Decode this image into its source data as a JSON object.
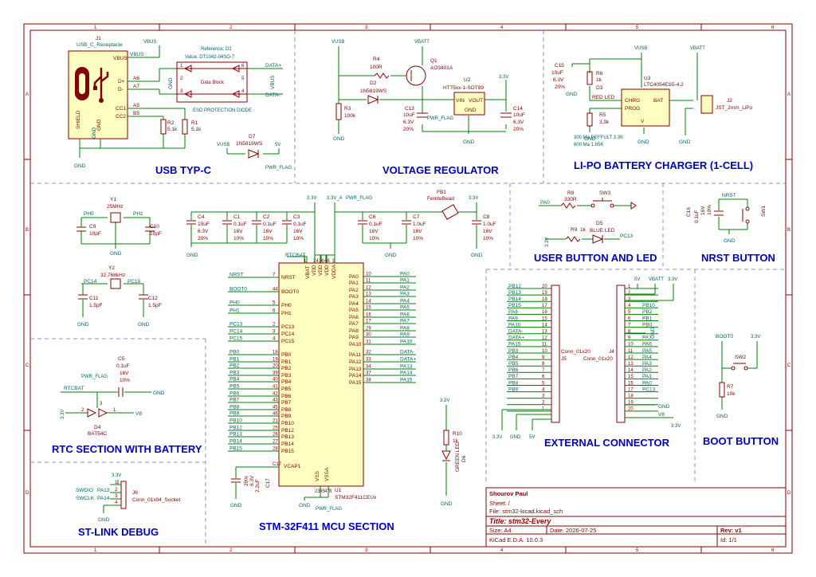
{
  "sections": {
    "usb": "USB TYP-C",
    "vreg": "VOLTAGE REGULATOR",
    "charger": "LI-PO BATTERY CHARGER (1-CELL)",
    "userbtn": "USER BUTTON AND LED",
    "nrst": "NRST BUTTON",
    "ext": "EXTERNAL CONNECTOR",
    "boot": "BOOT BUTTON",
    "rtc": "RTC SECTION WITH BATTERY",
    "stlink": "ST-LINK DEBUG",
    "mcu": "STM-32F411 MCU SECTION"
  },
  "grid": {
    "cols": [
      "1",
      "2",
      "3",
      "4",
      "5",
      "6"
    ],
    "rows": [
      "A",
      "B",
      "C",
      "D"
    ]
  },
  "usb": {
    "j1": "J1",
    "j1_name": "USB_C_Receptacle",
    "vbus_pin": "VBUS",
    "shield": "SHIELD",
    "gnd": "GND",
    "dp": "D+",
    "dm": "D-",
    "cc1": "CC1",
    "cc2": "CC2",
    "a6": "A6",
    "a7": "A7",
    "a5": "A5",
    "b5": "B5",
    "vbus_net": "VBUS",
    "vbus_net2": "VBUS",
    "d1_ref": "Reference: D1",
    "d1_val": "Value: DT1042-04SO-7",
    "d1_desc": "ESD PROTECTION DIODE",
    "d1_inner": "Data Block",
    "gnd_lbl": "GND",
    "vbus_lbl": "VBUS",
    "datap": "DATA+",
    "datam": "DATA-",
    "r2": "R2",
    "r2v": "5.1k",
    "r1": "R1",
    "r1v": "5.1k",
    "gnd1": "GND",
    "gnd2": "GND",
    "d7": "D7",
    "d7v": "1N5819WS",
    "vusb": "VUSB",
    "v5": "5V",
    "pwr_flag": "PWR_FLAG",
    "p1": "1",
    "p2": "2",
    "p3": "3",
    "p4": "4",
    "p5": "5",
    "p6": "6"
  },
  "vreg": {
    "vusb": "VUSB",
    "vbatt": "VBATT",
    "r4": "R4",
    "r4v": "100R",
    "q1": "Q1",
    "q1v": "AO3401A",
    "d2": "D2",
    "d2v": "1N5819WS",
    "u2": "U2",
    "u2v": "HT75xx-1-SOT89",
    "vin": "VIN",
    "vout": "VOUT",
    "gnd_pin": "GND",
    "v33": "3.3V",
    "r3": "R3",
    "r3v": "100k",
    "c13": "C13",
    "c13a": "10uF",
    "c13b": "6.3V",
    "c13c": "20%",
    "c14": "C14",
    "c14a": "10uF",
    "c14b": "6.3V",
    "c14c": "20%",
    "pwr_flag": "PWR_FLAG",
    "gnd1": "GND",
    "gnd2": "GND"
  },
  "charger": {
    "vusb": "VUSB",
    "vbatt": "VBATT",
    "c15": "C15",
    "c15a": "10uF",
    "c15b": "6.3V",
    "c15c": "20%",
    "r6": "R6",
    "r6v": "1k",
    "d3": "D3",
    "d3v": "RED LED",
    "u3": "U3",
    "u3v": "LTC4054ES5-4.2",
    "chrg": "CHRG",
    "prog": "PROG",
    "bat": "BAT",
    "vcc": "V",
    "r5": "R5",
    "r5v": "3.3k",
    "j2": "J2",
    "j2v": "JST_2mm_LiPo",
    "note1": "300 Ma DEFFULT 3.3K",
    "note2": "600 Ma 1.65K",
    "gnd1": "GND",
    "gnd2": "GND",
    "gnd3": "GND",
    "gnd4": "GND"
  },
  "osc": {
    "y1": "Y1",
    "y1v": "25MHz",
    "ph0": "PH0",
    "ph1": "PH1",
    "c9": "C9",
    "c9v": "10pF",
    "c10": "C10",
    "c10v": "10pF",
    "y2": "Y2",
    "y2v": "32.768kHz",
    "pc14": "PC14",
    "pc15": "PC15",
    "c11": "C11",
    "c11v": "1.5pF",
    "c12": "C12",
    "c12v": "1.5pF",
    "gnd": "GND"
  },
  "decap": {
    "v33": "3.3V",
    "v33a": "3.3V_A",
    "pwr_flag": "PWR_FLAG",
    "fb1": "FB1",
    "fb1v": "FerriteBead",
    "caps": [
      {
        "ref": "C4",
        "v": "10uF",
        "volt": "6.3V",
        "tol": "20%"
      },
      {
        "ref": "C1",
        "v": "0.1uF",
        "volt": "16V",
        "tol": "10%"
      },
      {
        "ref": "C2",
        "v": "0.1uF",
        "volt": "16V",
        "tol": "10%"
      },
      {
        "ref": "C3",
        "v": "0.1uF",
        "volt": "16V",
        "tol": "10%"
      },
      {
        "ref": "C6",
        "v": "0.1uF",
        "volt": "16V",
        "tol": "10%"
      },
      {
        "ref": "C7",
        "v": "1.0uF",
        "volt": "16V",
        "tol": "10%"
      },
      {
        "ref": "C8",
        "v": "1.0uF",
        "volt": "16V",
        "tol": "10%"
      }
    ],
    "gnd": "GND"
  },
  "mcu": {
    "u1": "U1",
    "u1v": "STM32F411CEUx",
    "rtcbat": "RTCBAT",
    "vbat": "VBAT",
    "vdd1": "VDD",
    "vdd2": "VDD",
    "vdd3": "VDD",
    "vdda": "VDDA",
    "vss": "VSS",
    "vssa": "VSSA",
    "vcap1": "VCAP1",
    "c17": "C17",
    "c17a": "2.2uF",
    "c17b": "6.3V",
    "c17c": "20%",
    "pwr_flag": "PWR_FLAG",
    "gnd": "GND",
    "left": [
      {
        "net": "NRST",
        "pin": "NRST",
        "num": "7"
      },
      {
        "net": "BOOT0",
        "pin": "BOOT0",
        "num": "44"
      },
      {
        "net": "PH0",
        "pin": "PH0",
        "num": "5"
      },
      {
        "net": "PH1",
        "pin": "PH1",
        "num": "6"
      },
      {
        "net": "PC13",
        "pin": "PC13",
        "num": "2"
      },
      {
        "net": "PC14",
        "pin": "PC14",
        "num": "3"
      },
      {
        "net": "PC15",
        "pin": "PC15",
        "num": "4"
      },
      {
        "net": "PB0",
        "pin": "PB0",
        "num": "18"
      },
      {
        "net": "PB1",
        "pin": "PB1",
        "num": "19"
      },
      {
        "net": "PB2",
        "pin": "PB2",
        "num": "20"
      },
      {
        "net": "PB3",
        "pin": "PB3",
        "num": "39"
      },
      {
        "net": "PB4",
        "pin": "PB4",
        "num": "40"
      },
      {
        "net": "PB5",
        "pin": "PB5",
        "num": "41"
      },
      {
        "net": "PB6",
        "pin": "PB6",
        "num": "42"
      },
      {
        "net": "PB7",
        "pin": "PB7",
        "num": "43"
      },
      {
        "net": "PB8",
        "pin": "PB8",
        "num": "45"
      },
      {
        "net": "PB9",
        "pin": "PB9",
        "num": "46"
      },
      {
        "net": "PB10",
        "pin": "PB10",
        "num": "21"
      },
      {
        "net": "PB12",
        "pin": "PB12",
        "num": "25"
      },
      {
        "net": "PB13",
        "pin": "PB13",
        "num": "26"
      },
      {
        "net": "PB14",
        "pin": "PB14",
        "num": "27"
      },
      {
        "net": "PB15",
        "pin": "PB15",
        "num": "28"
      }
    ],
    "right": [
      {
        "net": "PA0",
        "pin": "PA0",
        "num": "10"
      },
      {
        "net": "PA1",
        "pin": "PA1",
        "num": "11"
      },
      {
        "net": "PA2",
        "pin": "PA2",
        "num": "12"
      },
      {
        "net": "PA3",
        "pin": "PA3",
        "num": "13"
      },
      {
        "net": "PA4",
        "pin": "PA4",
        "num": "14"
      },
      {
        "net": "PA5",
        "pin": "PA5",
        "num": "15"
      },
      {
        "net": "PA6",
        "pin": "PA6",
        "num": "16"
      },
      {
        "net": "PA7",
        "pin": "PA7",
        "num": "17"
      },
      {
        "net": "PA8",
        "pin": "PA8",
        "num": "29"
      },
      {
        "net": "PA9",
        "pin": "PA9",
        "num": "30"
      },
      {
        "net": "PA10",
        "pin": "PA10",
        "num": "31"
      },
      {
        "net": "DATA-",
        "pin": "PA11",
        "num": "32"
      },
      {
        "net": "DATA+",
        "pin": "PA12",
        "num": "33"
      },
      {
        "net": "PA13",
        "pin": "PA13",
        "num": "34"
      },
      {
        "net": "PA14",
        "pin": "PA14",
        "num": "37"
      },
      {
        "net": "PA15",
        "pin": "PA15",
        "num": "38"
      }
    ],
    "top_nums": [
      "1",
      "24",
      "36",
      "48",
      "9"
    ],
    "bot_nums": [
      "23",
      "35",
      "47",
      "8"
    ]
  },
  "userbtn": {
    "pa0": "PA0",
    "r8": "R8",
    "r8v": "330R",
    "sw3": "SW3",
    "r9": "R9",
    "r9v": "1k",
    "d5": "D5",
    "d5v": "BLUE LED",
    "pc13": "PC13",
    "v33": "3.3V"
  },
  "nrst": {
    "nrst": "NRST",
    "c16": "C16",
    "c16a": "0.1uF",
    "c16b": "16V",
    "c16c": "10%",
    "sw1": "SW1",
    "gnd": "GND"
  },
  "ext": {
    "j5": "J5",
    "j5v": "Conn_01x20",
    "j4": "J4",
    "j4v": "Conn_01x20",
    "left_nets": [
      "PB12",
      "PB13",
      "PB14",
      "PB15",
      "PA8",
      "PA9",
      "PA10",
      "DATA-",
      "DATA+",
      "PA15",
      "PB3",
      "PB4",
      "PB5",
      "PB6",
      "PB7",
      "PB8",
      "PB9",
      "",
      "",
      ""
    ],
    "left_nums": [
      "20",
      "19",
      "18",
      "17",
      "16",
      "15",
      "14",
      "13",
      "12",
      "11",
      "10",
      "9",
      "8",
      "7",
      "6",
      "5",
      "4",
      "3",
      "2",
      "1"
    ],
    "right_nets": [
      "",
      "",
      "",
      "PB10",
      "PB2",
      "PB1",
      "PB0",
      "",
      "PA7",
      "PA6",
      "PA5",
      "PA4",
      "PA3",
      "PA2",
      "PA1",
      "PA0",
      "PC13",
      "",
      "",
      ""
    ],
    "right_nums": [
      "1",
      "2",
      "3",
      "4",
      "5",
      "6",
      "7",
      "8",
      "9",
      "10",
      "11",
      "12",
      "13",
      "14",
      "15",
      "16",
      "17",
      "18",
      "19",
      "20"
    ],
    "v5": "5V",
    "vbatt": "VBATT",
    "v33": "3.3V",
    "v33b": "3.3V",
    "gnd": "GND",
    "v5b": "5V",
    "v8": "V8",
    "v33c": "3.3V",
    "gnd_r": "GND",
    "gnd_r2": "GND"
  },
  "bootbtn": {
    "boot0": "BOOT0",
    "v33": "3.3V",
    "sw2": "SW2",
    "r7": "R7",
    "r7v": "10k",
    "gnd": "GND"
  },
  "rtc": {
    "c5": "C5",
    "c5a": "0.1uF",
    "c5b": "16V",
    "c5c": "10%",
    "pwr_flag": "PWR_FLAG",
    "rtcbat": "RTCBAT",
    "d4": "D4",
    "d4v": "BAT54C",
    "v33": "3.3V",
    "v8": "V8",
    "p2": "2",
    "p1": "1",
    "p3": "3",
    "gnd": "GND"
  },
  "stlink": {
    "v33": "3.3V",
    "swdio": "SWDIO",
    "swclk": "SWCLK",
    "pa13": "PA13",
    "pa14": "PA14",
    "j6": "J6",
    "j6v": "Conn_01x04_Socket",
    "gnd": "GND",
    "nums": [
      "1",
      "2",
      "3",
      "4"
    ]
  },
  "led": {
    "r10": "R10",
    "r10v": "1k",
    "d6": "D6",
    "d6v": "GREEN LED",
    "v33": "3.3V",
    "gnd": "GND"
  },
  "titleblock": {
    "author": "Shourov Paul",
    "sheet": "Sheet: /",
    "file": "File: stm32-kicad.kicad_sch",
    "title": "Title:  stm32-Every",
    "size": "Size: A4",
    "date": "Date: 2026-07-25",
    "rev": "Rev: v1",
    "tool": "KiCad E.D.A. 10.0.3",
    "id": "Id: 1/1"
  },
  "colors": {
    "wire": "#008000",
    "component": "#840000",
    "title": "#0000c4",
    "divider": "#8c8cd8"
  }
}
